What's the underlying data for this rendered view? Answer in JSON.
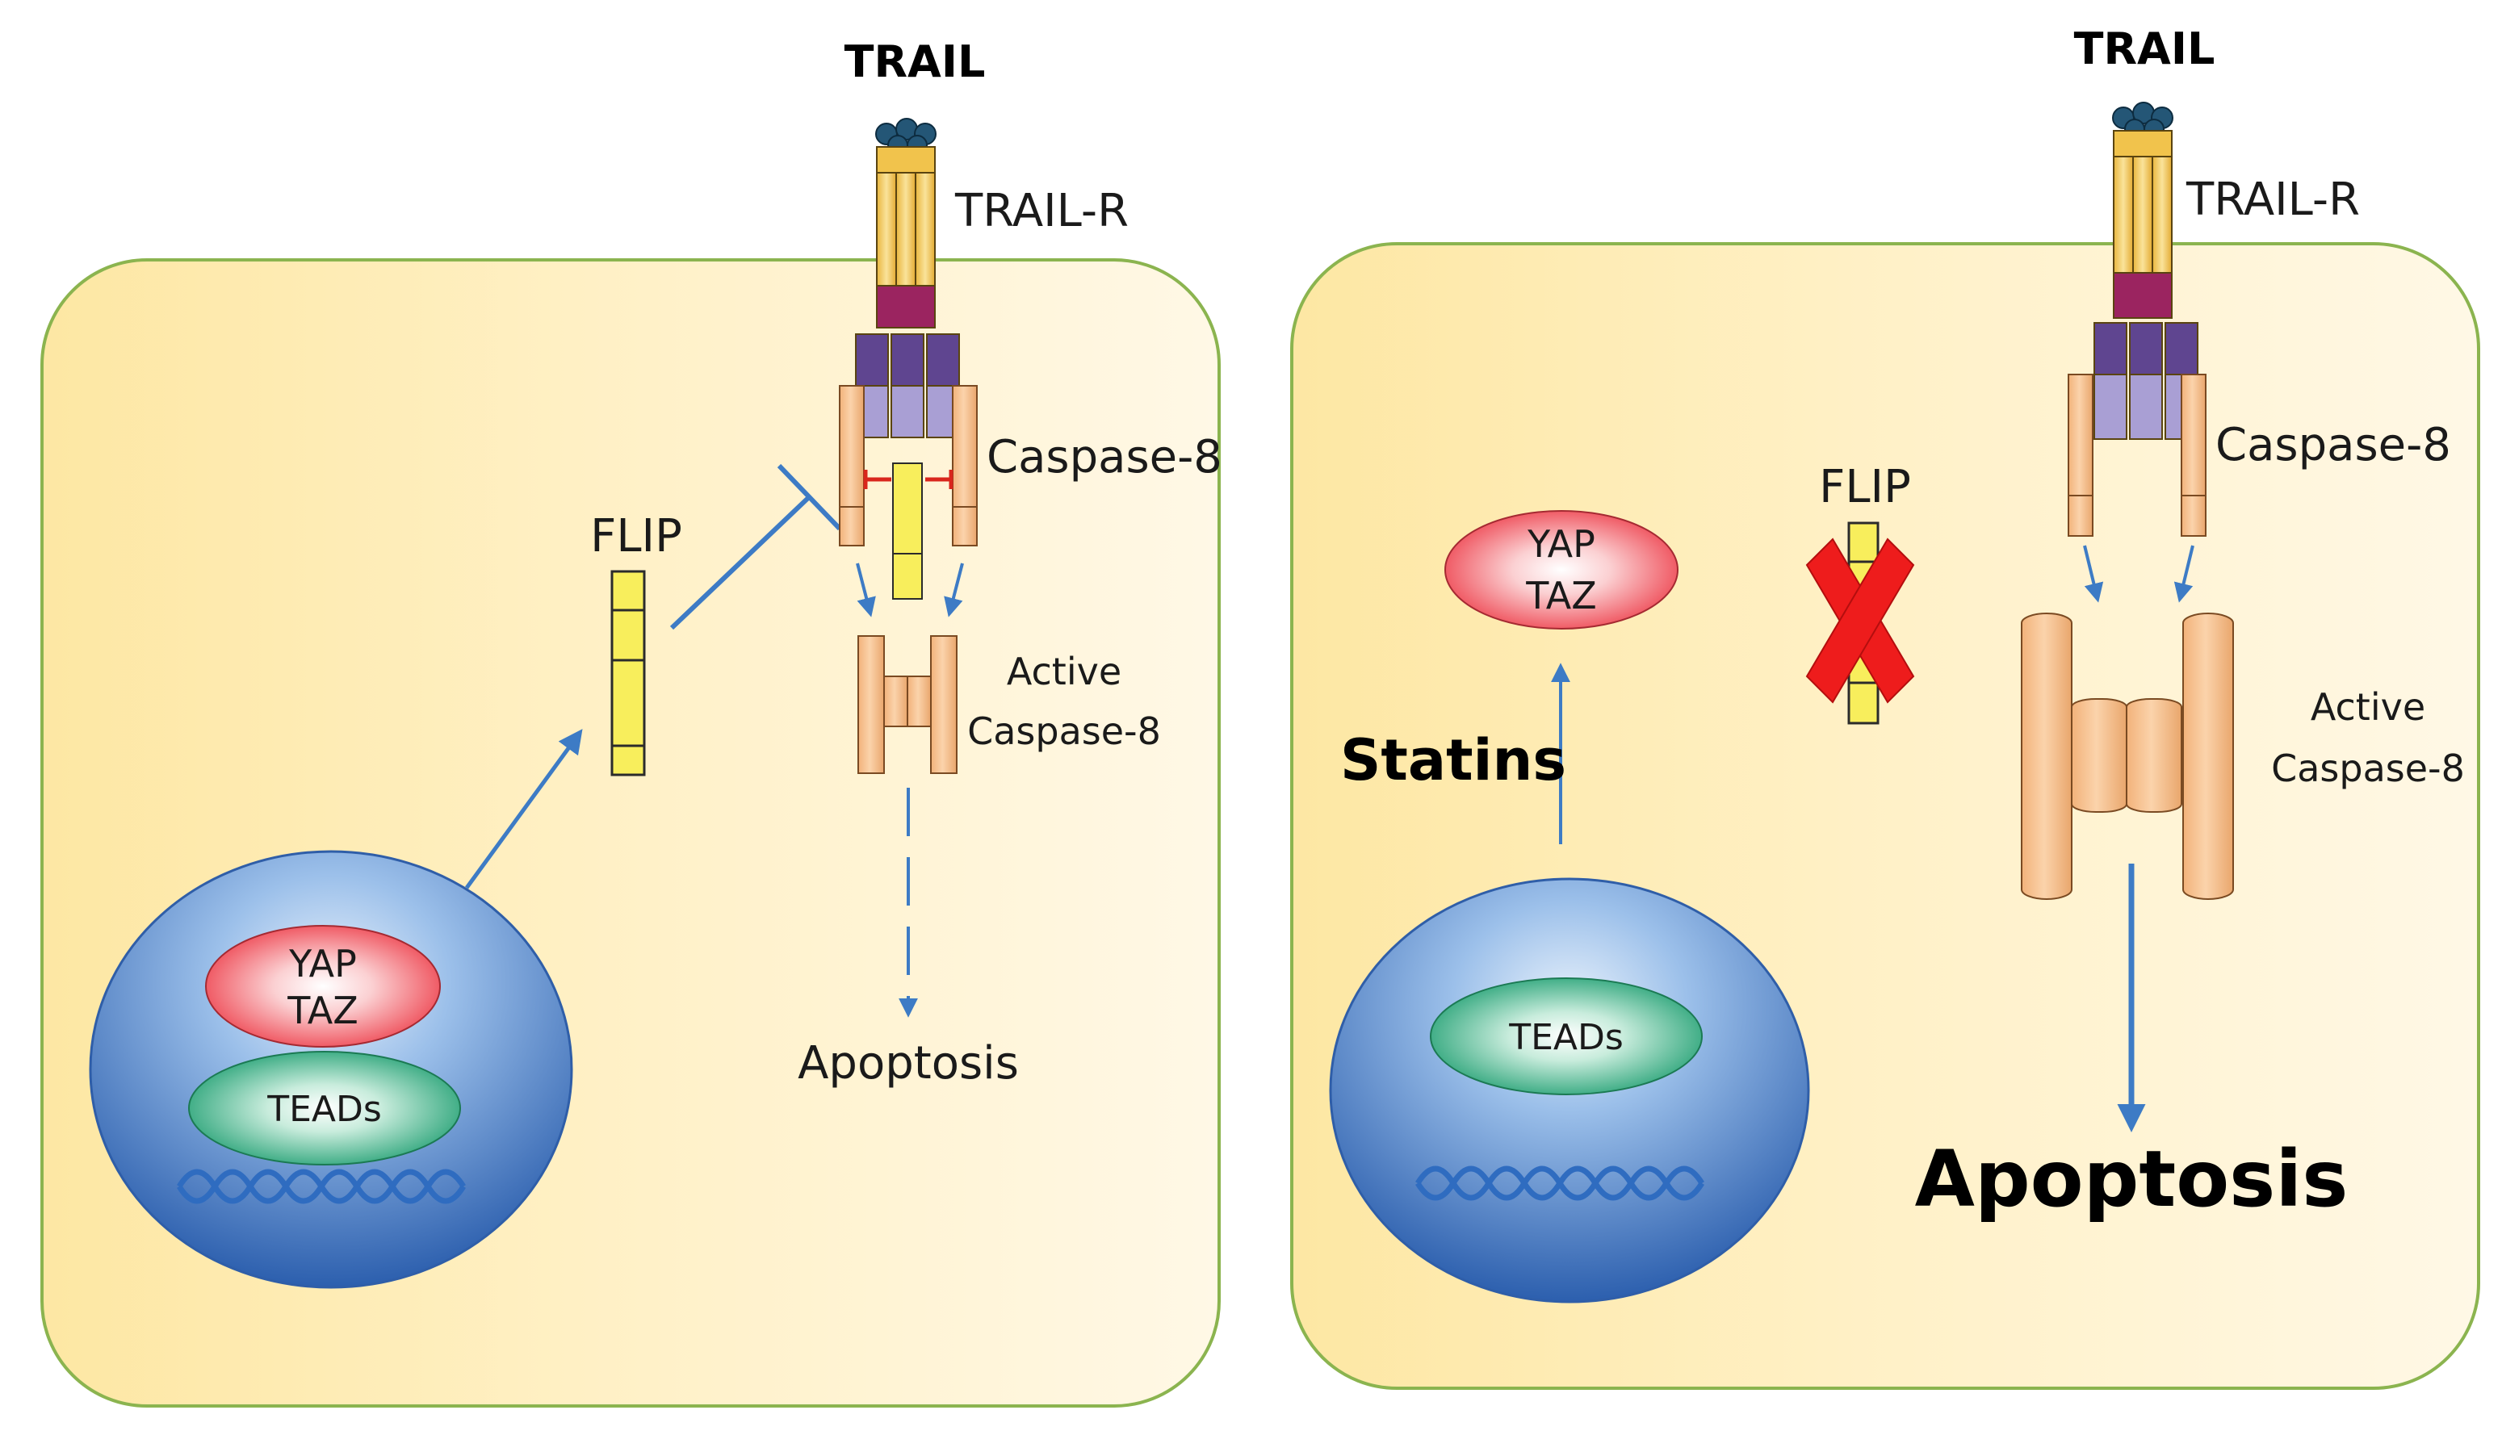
{
  "left_panel": {
    "ligand_label": "TRAIL",
    "receptor_label": "TRAIL-R",
    "caspase_label": "Caspase-8",
    "flip_label": "FLIP",
    "active_caspase_line1": "Active",
    "active_caspase_line2": "Caspase-8",
    "outcome_label": "Apoptosis",
    "yap_line1": "YAP",
    "yap_line2": "TAZ",
    "tead_label": "TEADs"
  },
  "right_panel": {
    "ligand_label": "TRAIL",
    "receptor_label": "TRAIL-R",
    "caspase_label": "Caspase-8",
    "flip_label": "FLIP",
    "active_caspase_line1": "Active",
    "active_caspase_line2": "Caspase-8",
    "outcome_label": "Apoptosis",
    "yap_line1": "YAP",
    "yap_line2": "TAZ",
    "tead_label": "TEADs",
    "drug_label": "Statins"
  },
  "colors": {
    "cell_fill_edge": "#fde7a3",
    "cell_fill_center": "#fff6dc",
    "cell_border": "#8bb44f",
    "nucleus_light": "#cfe2f7",
    "nucleus_dark": "#2f66b7",
    "yap_red": "#ee3e48",
    "tead_green": "#1fa370",
    "receptor_yellow": "#f6cf5b",
    "receptor_maroon": "#9b2460",
    "death_domain_purple": "#5f4590",
    "death_domain_lavender": "#a99fd4",
    "caspase_peach": "#f8c48f",
    "flip_yellow": "#f8ee5c",
    "arrow_blue": "#3d7bc5",
    "inhibit_red": "#d9261c",
    "cross_red": "#ee1c1c"
  }
}
